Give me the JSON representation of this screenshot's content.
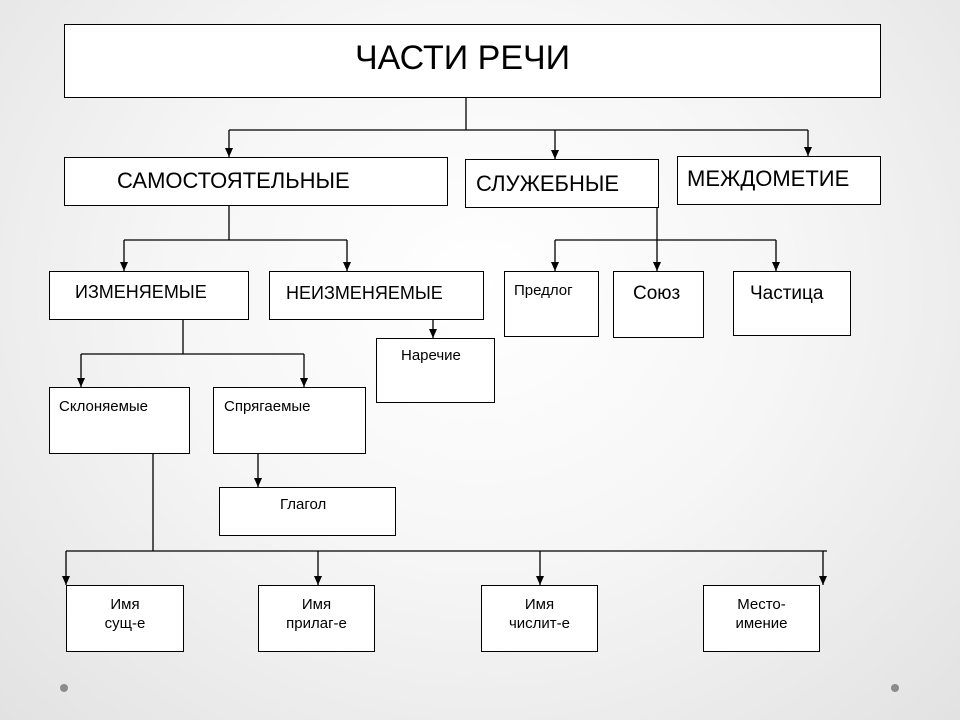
{
  "root": {
    "label": "ЧАСТИ РЕЧИ"
  },
  "level1": {
    "independent": "САМОСТОЯТЕЛЬНЫЕ",
    "service": "СЛУЖЕБНЫЕ",
    "interjection": "МЕЖДОМЕТИЕ"
  },
  "independent_children": {
    "inflected": "ИЗМЕНЯЕМЫЕ",
    "uninflected": "НЕИЗМЕНЯЕМЫЕ"
  },
  "uninflected_children": {
    "adverb": "Наречие"
  },
  "service_children": {
    "preposition": "Предлог",
    "conjunction": "Союз",
    "particle": "Частица"
  },
  "inflected_children": {
    "declinable": "Склоняемые",
    "conjugable": "Спрягаемые"
  },
  "conjugable_children": {
    "verb": "Глагол"
  },
  "declinable_children": {
    "noun": "Имя\nсущ-е",
    "adjective": "Имя\nприлаг-е",
    "numeral": "Имя\nчислит-е",
    "pronoun": "Место-\nимение"
  }
}
